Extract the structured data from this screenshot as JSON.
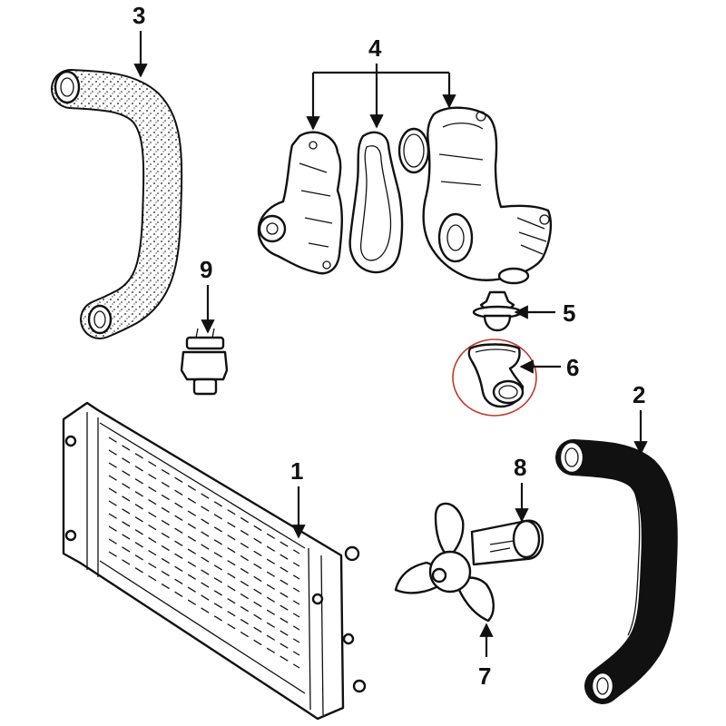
{
  "callouts": {
    "c1": "1",
    "c2": "2",
    "c3": "3",
    "c4": "4",
    "c5": "5",
    "c6": "6",
    "c7": "7",
    "c8": "8",
    "c9": "9"
  },
  "highlight_color": "#c0392b"
}
